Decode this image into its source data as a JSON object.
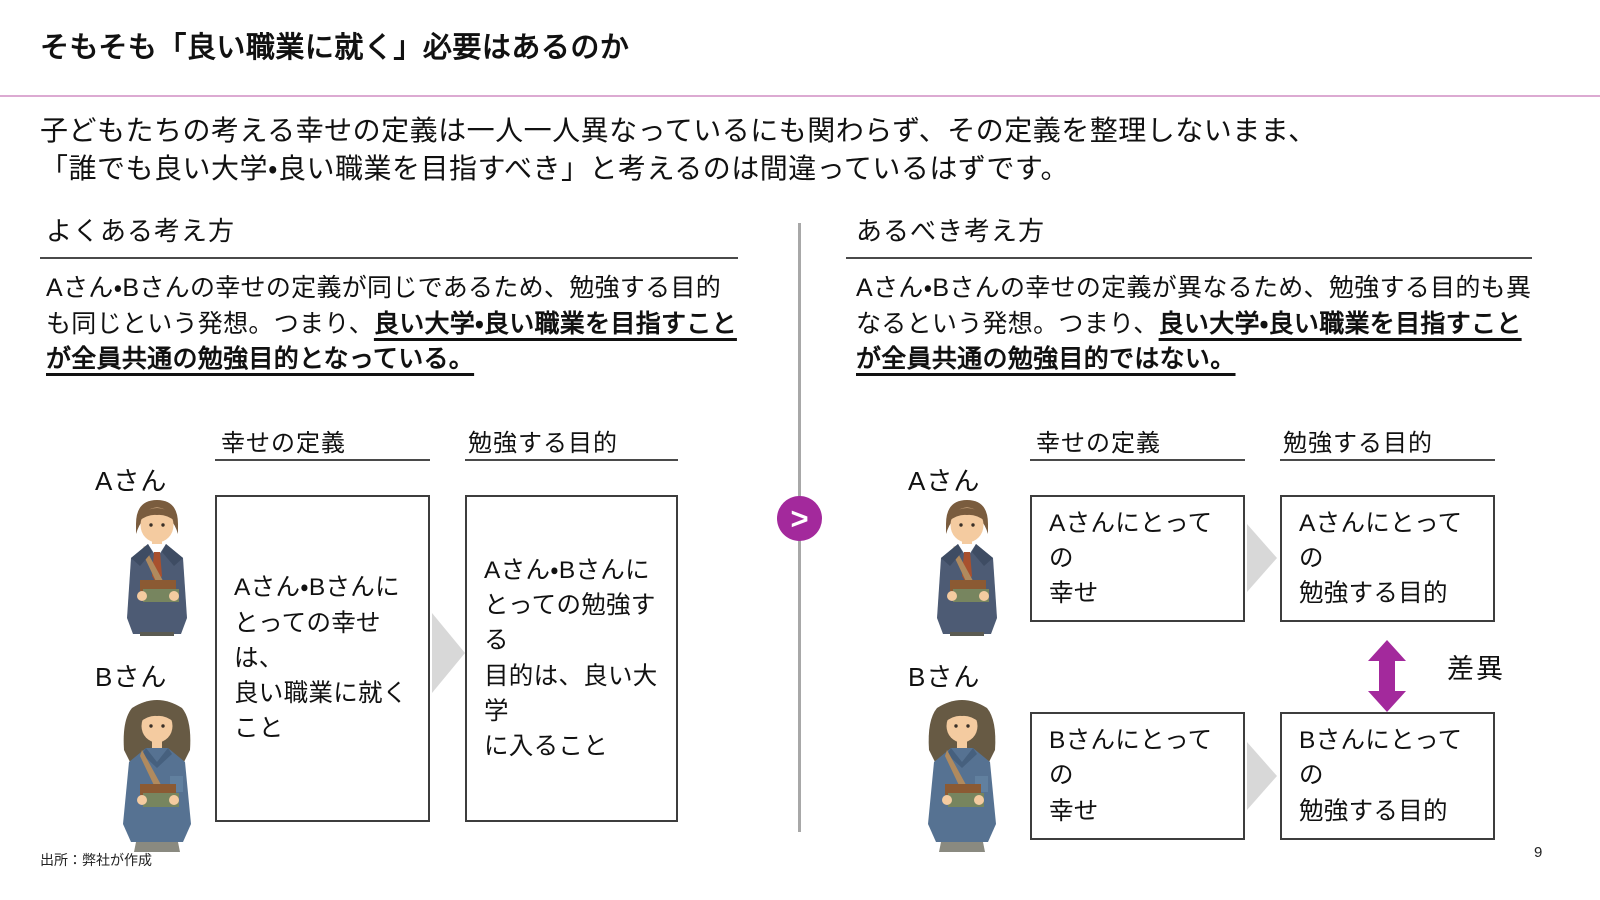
{
  "slide": {
    "title": "そもそも「良い職業に就く」必要はあるのか",
    "lead": "子どもたちの考える幸せの定義は一人一人異なっているにも関わらず、その定義を整理しないまま、\n「誰でも良い大学・良い職業を目指すべき」と考えるのは間違っているはずです。",
    "connector_symbol": ">",
    "source_note": "出所：弊社が作成",
    "page_number": "9"
  },
  "colors": {
    "accent_purple": "#a3299c",
    "title_rule_pink": "#dcaad2",
    "divider_gray": "#a8a8a8",
    "flow_arrow_gray": "#d8d8d8",
    "box_border": "#3d3d3d"
  },
  "left_panel": {
    "header": "よくある考え方",
    "body_plain": "Aさん・Bさんの幸せの定義が同じであるため、勉強する目的も同じという発想。つまり、",
    "body_emphasis": "良い大学・良い職業を目指すことが全員共通の勉強目的となっている。",
    "columns": {
      "col1": "幸せの定義",
      "col2": "勉強する目的"
    },
    "person_a": "Aさん",
    "person_b": "Bさん",
    "box_happiness": "Aさん・Bさんに\nとっての幸せは、\n良い職業に就く\nこと",
    "box_purpose": "Aさん・Bさんに\nとっての勉強する\n目的は、良い大学\nに入ること"
  },
  "right_panel": {
    "header": "あるべき考え方",
    "body_plain": "Aさん・Bさんの幸せの定義が異なるため、勉強する目的も異なるという発想。つまり、",
    "body_emphasis": "良い大学・良い職業を目指すことが全員共通の勉強目的ではない。",
    "columns": {
      "col1": "幸せの定義",
      "col2": "勉強する目的"
    },
    "person_a": "Aさん",
    "person_b": "Bさん",
    "box_a_happiness": "Aさんにとっての\n幸せ",
    "box_a_purpose": "Aさんにとっての\n勉強する目的",
    "box_b_happiness": "Bさんにとっての\n幸せ",
    "box_b_purpose": "Bさんにとっての\n勉強する目的",
    "diff_label": "差異"
  }
}
